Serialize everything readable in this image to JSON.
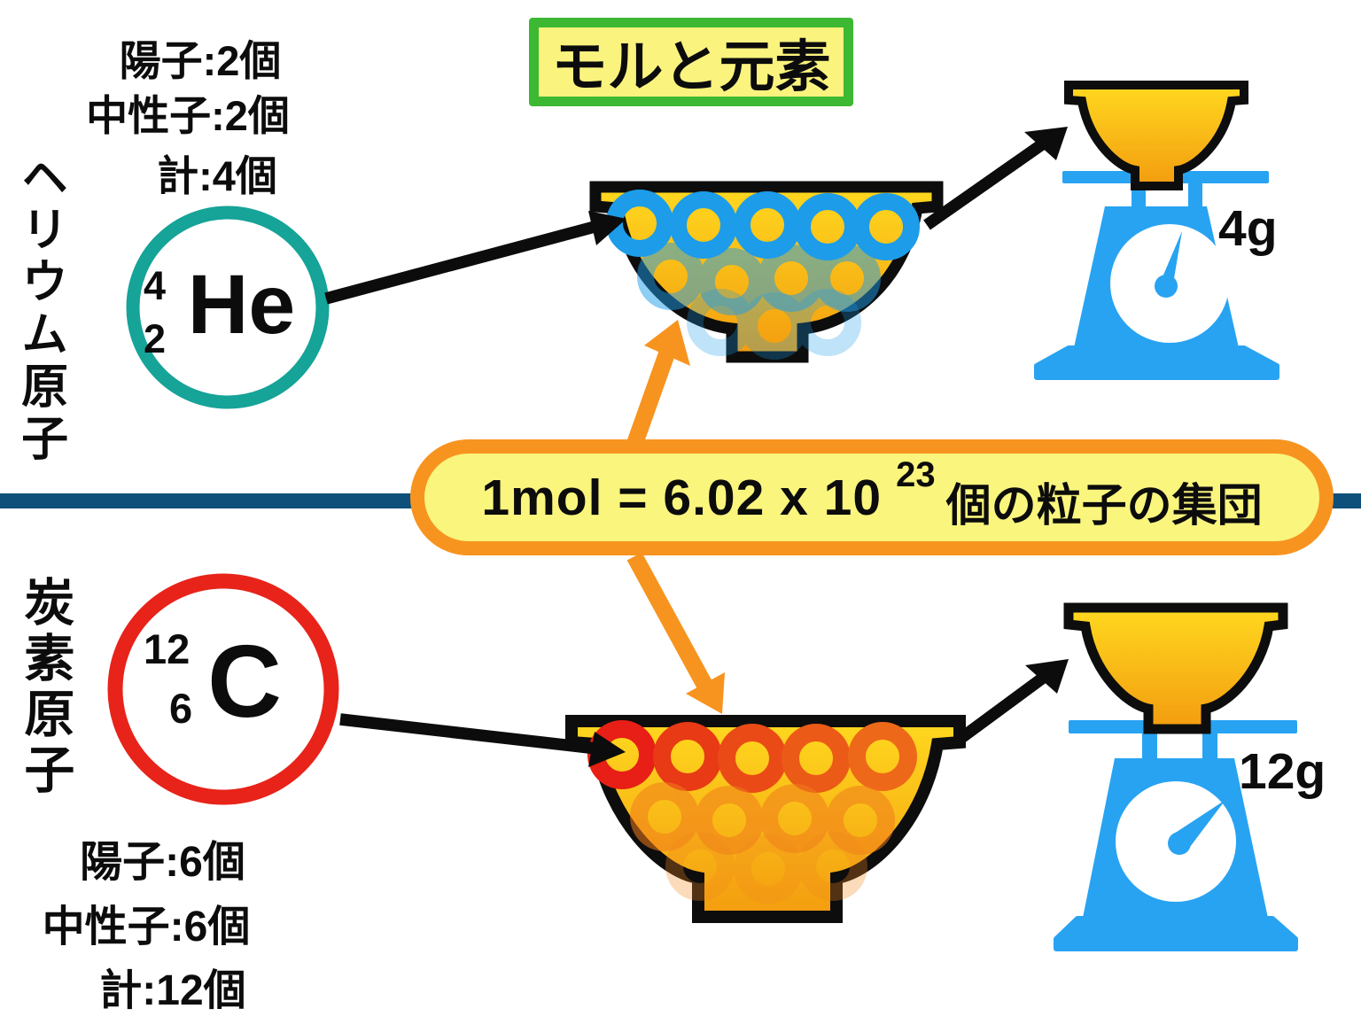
{
  "title": {
    "text": "モルと元素"
  },
  "mole_note": {
    "prefix": "1mol = 6.02 x 10",
    "exponent": "23",
    "suffix": "個の粒子の集団"
  },
  "helium": {
    "vertical_label": "ヘリウム原子",
    "protons": "陽子:2個",
    "neutrons": "中性子:2個",
    "total": "計:4個",
    "symbol": "He",
    "mass_number": "4",
    "atomic_number": "2",
    "scale_reading": "4g"
  },
  "carbon": {
    "vertical_label": "炭素原子",
    "protons": "陽子:6個",
    "neutrons": "中性子:6個",
    "total": "計:12個",
    "symbol": "C",
    "mass_number": "12",
    "atomic_number": "6",
    "scale_reading": "12g"
  },
  "colors": {
    "helium_ring": "#16a398",
    "carbon_ring": "#e8231a",
    "particle_blue": "#1d9ce9",
    "particle_red": "#e71f16",
    "scale_blue": "#28a3f2",
    "divider_navy": "#0e5079",
    "highlight_yellow": "#faf57d",
    "crayon_orange": "#f79420",
    "crayon_green": "#3db832",
    "bowl_yellow_top": "#ffd81f",
    "bowl_orange_bottom": "#f39c0f"
  }
}
